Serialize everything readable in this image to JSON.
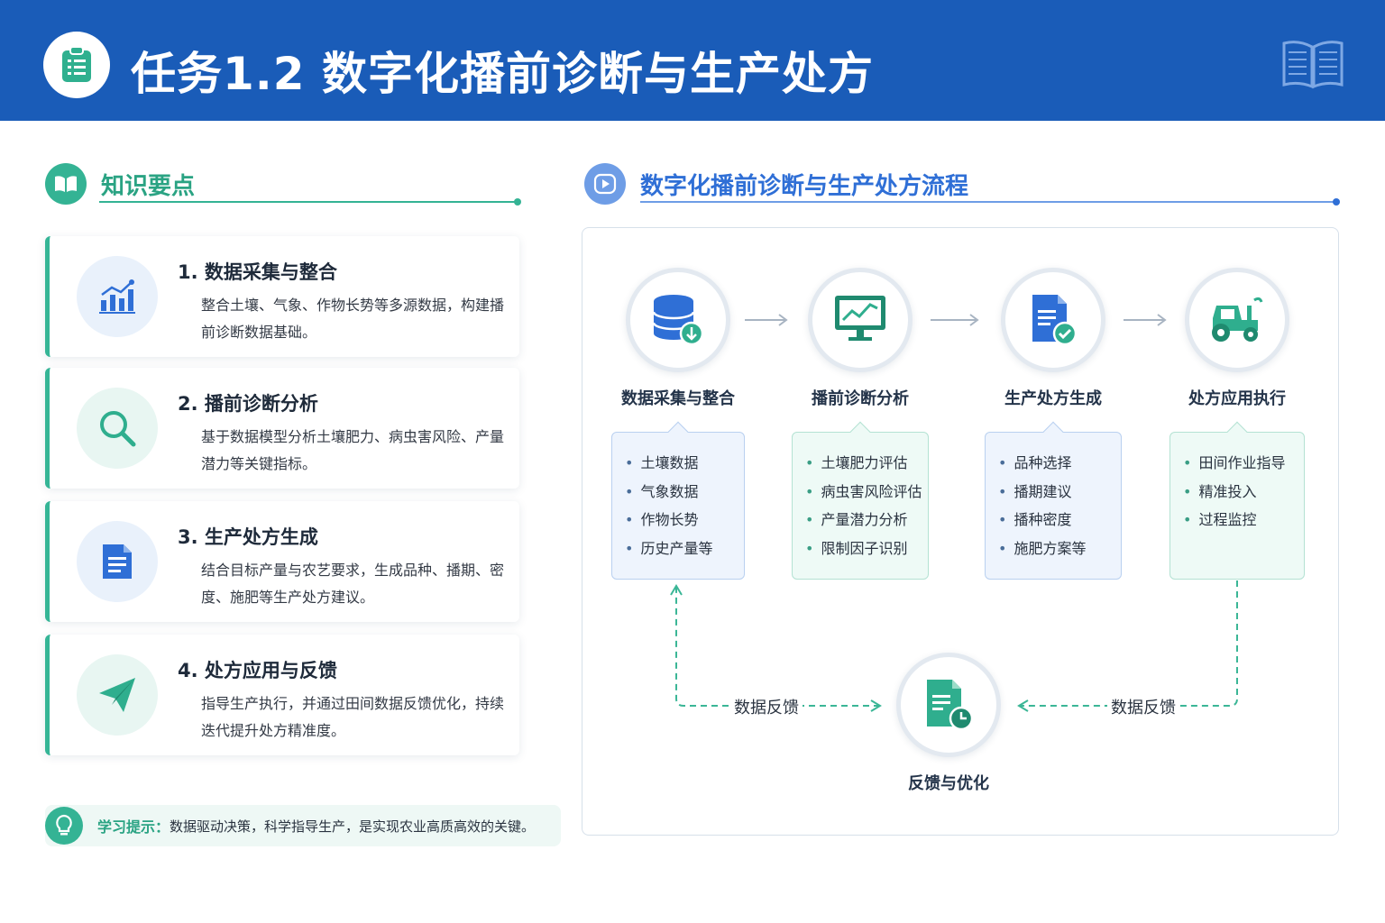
{
  "header": {
    "title": "任务1.2  数字化播前诊断与生产处方",
    "badge_icon": "clipboard-icon",
    "right_icon": "open-book-icon"
  },
  "knowledge": {
    "title": "知识要点",
    "icon": "book-icon",
    "cards": [
      {
        "title": "1. 数据采集与整合",
        "desc": "整合土壤、气象、作物长势等多源数据，构建播前诊断数据基础。",
        "icon": "bar-chart-icon"
      },
      {
        "title": "2. 播前诊断分析",
        "desc": "基于数据模型分析土壤肥力、病虫害风险、产量潜力等关键指标。",
        "icon": "magnifier-icon"
      },
      {
        "title": "3. 生产处方生成",
        "desc": "结合目标产量与农艺要求，生成品种、播期、密度、施肥等生产处方建议。",
        "icon": "document-icon"
      },
      {
        "title": "4. 处方应用与反馈",
        "desc": "指导生产执行，并通过田间数据反馈优化，持续迭代提升处方精准度。",
        "icon": "paper-plane-icon"
      }
    ]
  },
  "tip": {
    "label": "学习提示：",
    "text": "数据驱动决策，科学指导生产，是实现农业高质高效的关键。",
    "icon": "lightbulb-icon"
  },
  "flow": {
    "title": "数字化播前诊断与生产处方流程",
    "icon": "play-icon",
    "steps": [
      {
        "label": "数据采集与整合",
        "icon": "database-icon",
        "items": [
          "土壤数据",
          "气象数据",
          "作物长势",
          "历史产量等"
        ]
      },
      {
        "label": "播前诊断分析",
        "icon": "monitor-chart-icon",
        "items": [
          "土壤肥力评估",
          "病虫害风险评估",
          "产量潜力分析",
          "限制因子识别"
        ]
      },
      {
        "label": "生产处方生成",
        "icon": "prescription-doc-icon",
        "items": [
          "品种选择",
          "播期建议",
          "播种密度",
          "施肥方案等"
        ]
      },
      {
        "label": "处方应用执行",
        "icon": "tractor-icon",
        "items": [
          "田间作业指导",
          "精准投入",
          "过程监控"
        ]
      }
    ],
    "feedback": {
      "label": "反馈与优化",
      "icon": "report-clock-icon",
      "left_label": "数据反馈",
      "right_label": "数据反馈"
    }
  },
  "colors": {
    "header_bg": "#1a5cb8",
    "accent_green": "#35b596",
    "accent_blue": "#2f6fd6"
  }
}
